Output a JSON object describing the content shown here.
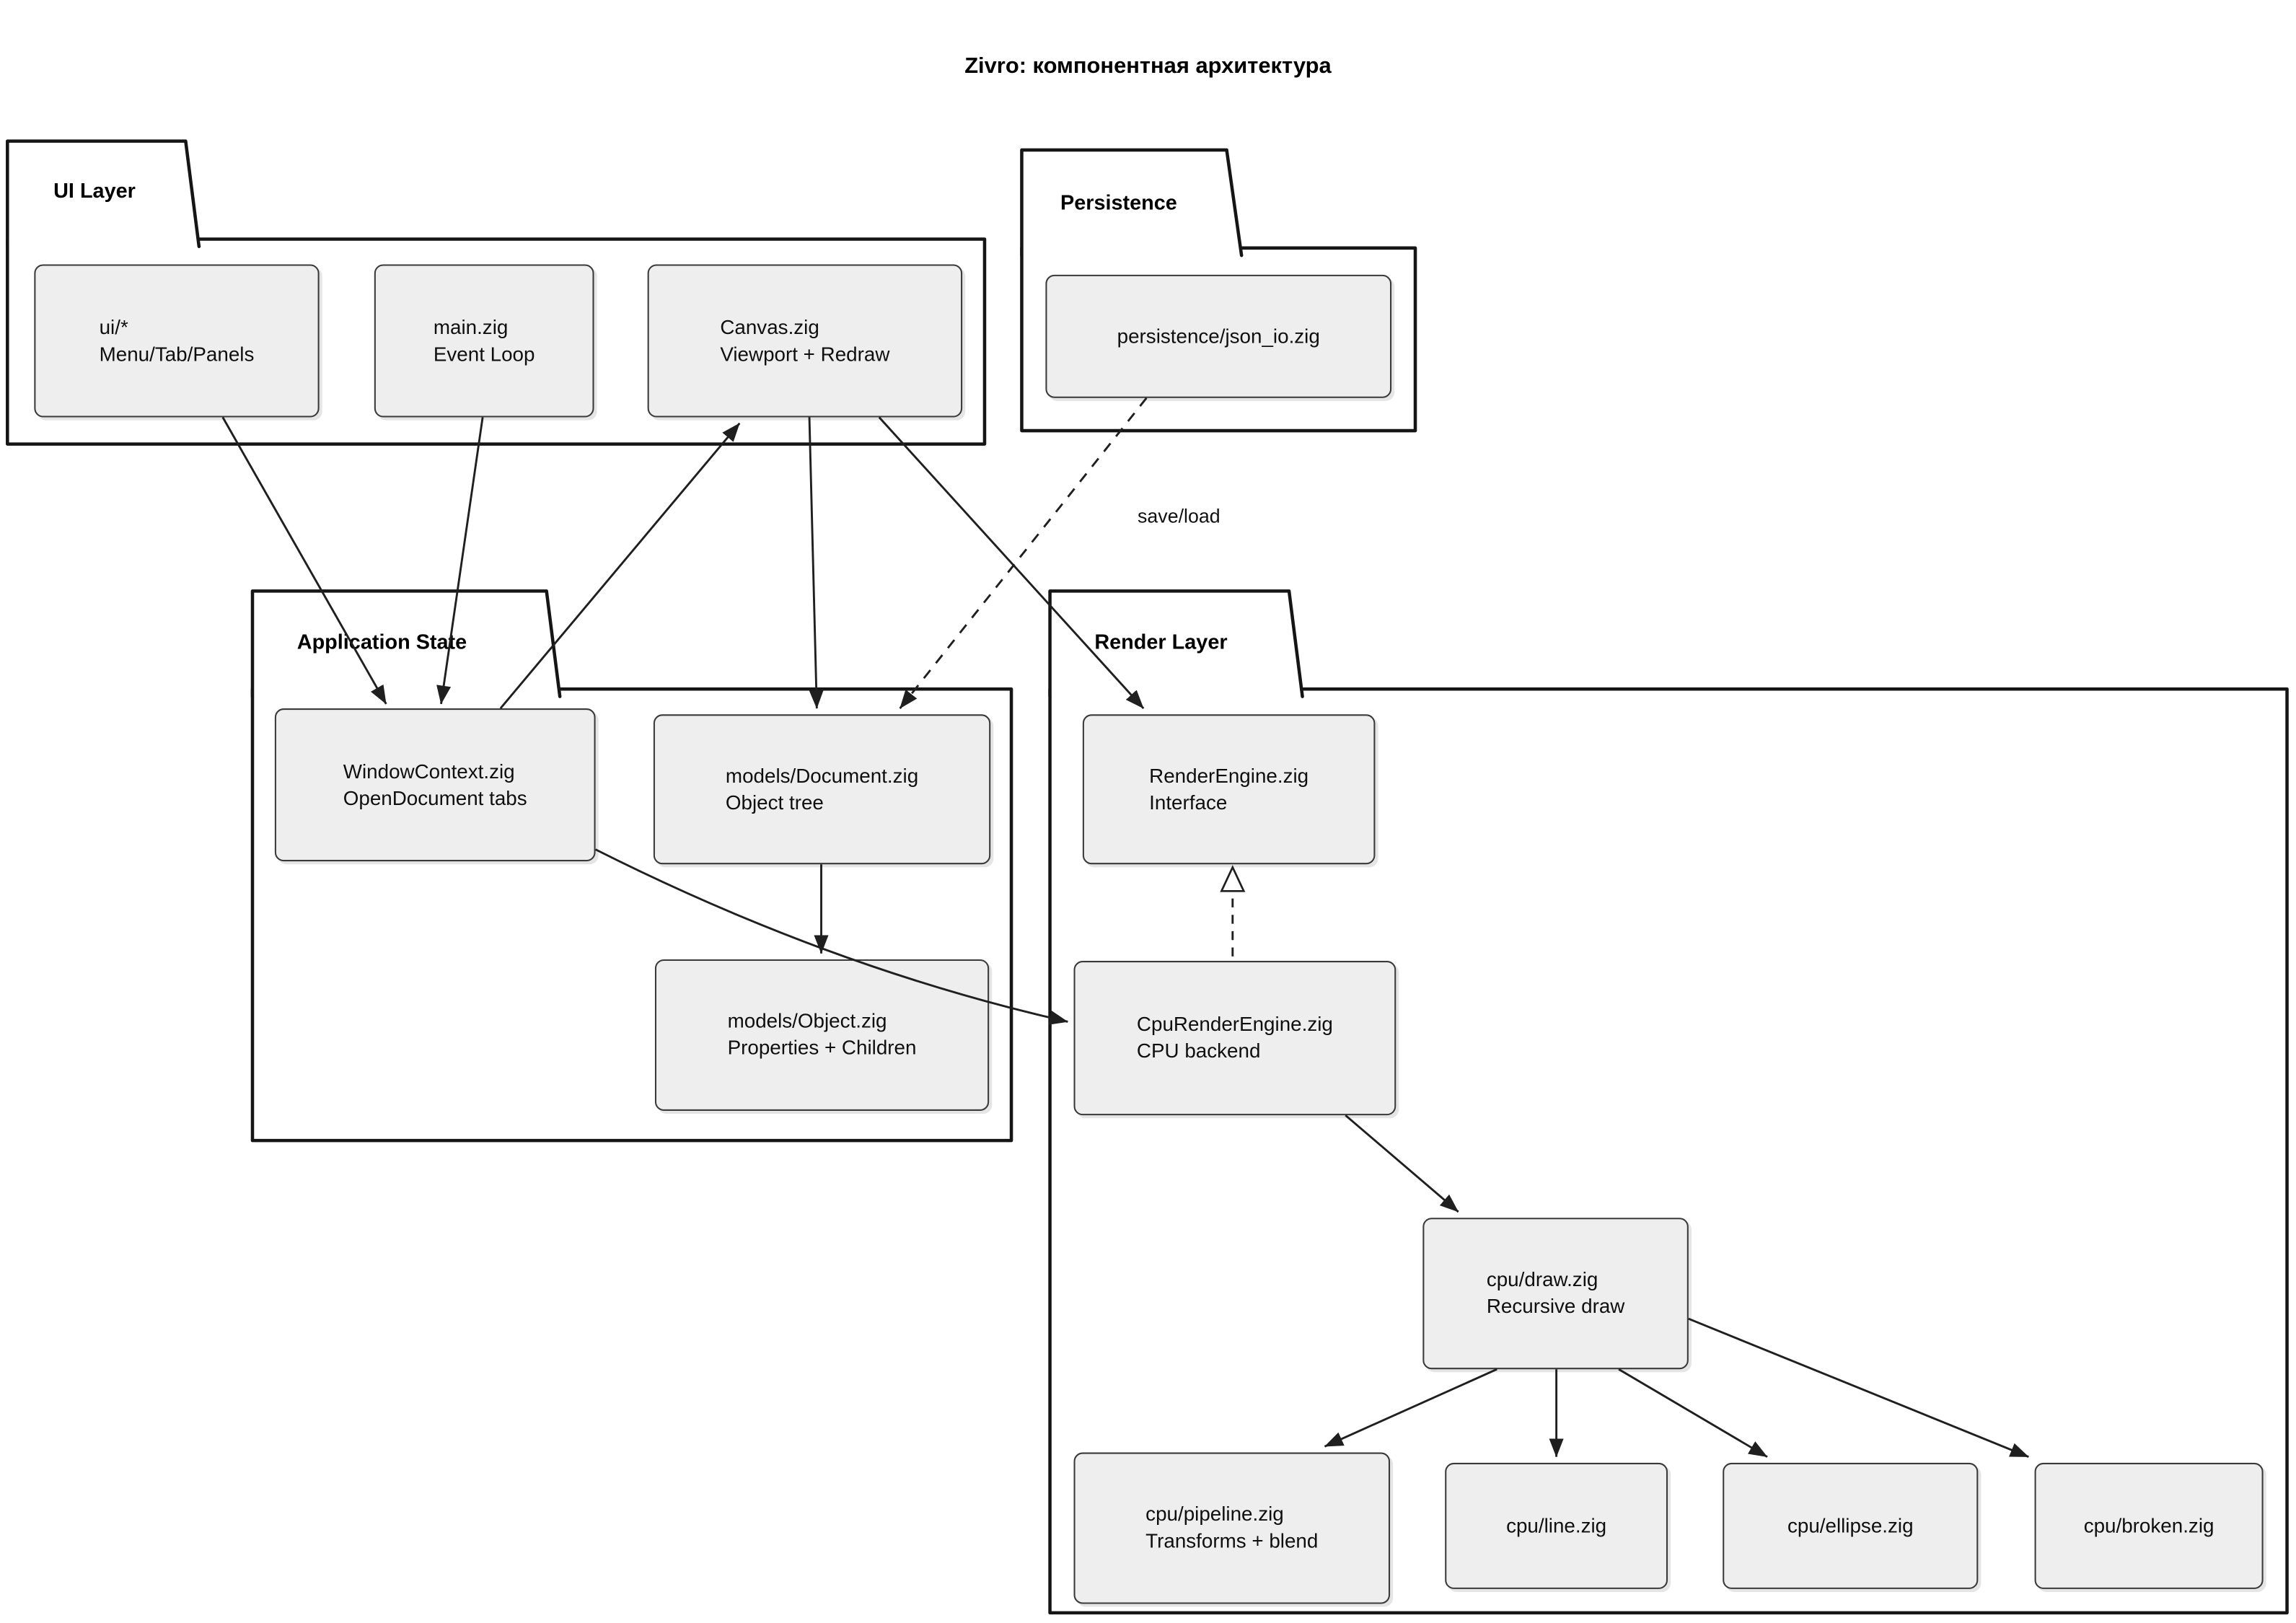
{
  "title": "Zivro: компонентная архитектура",
  "colors": {
    "background": "#ffffff",
    "node_fill": "#eeeeee",
    "node_border": "#3a3a3a",
    "package_border": "#151515",
    "edge": "#1f1f1f",
    "text": "#000000"
  },
  "packages": {
    "ui_layer": {
      "label": "UI Layer",
      "boxes": {
        "ui_star": {
          "line1": "ui/*",
          "line2": "Menu/Tab/Panels"
        },
        "main": {
          "line1": "main.zig",
          "line2": "Event Loop"
        },
        "canvas": {
          "line1": "Canvas.zig",
          "line2": "Viewport + Redraw"
        }
      }
    },
    "persistence": {
      "label": "Persistence",
      "boxes": {
        "json_io": {
          "line1": "persistence/json_io.zig"
        }
      }
    },
    "app_state": {
      "label": "Application State",
      "boxes": {
        "window_context": {
          "line1": "WindowContext.zig",
          "line2": "OpenDocument tabs"
        },
        "document": {
          "line1": "models/Document.zig",
          "line2": "Object tree"
        },
        "object": {
          "line1": "models/Object.zig",
          "line2": "Properties + Children"
        }
      }
    },
    "render_layer": {
      "label": "Render Layer",
      "boxes": {
        "render_engine": {
          "line1": "RenderEngine.zig",
          "line2": "Interface"
        },
        "cpu_render_engine": {
          "line1": "CpuRenderEngine.zig",
          "line2": "CPU backend"
        },
        "draw": {
          "line1": "cpu/draw.zig",
          "line2": "Recursive draw"
        },
        "pipeline": {
          "line1": "cpu/pipeline.zig",
          "line2": "Transforms + blend"
        },
        "line": {
          "line1": "cpu/line.zig"
        },
        "ellipse": {
          "line1": "cpu/ellipse.zig"
        },
        "broken": {
          "line1": "cpu/broken.zig"
        }
      }
    }
  },
  "edges": [
    {
      "from": "ui_star",
      "to": "window_context",
      "style": "solid",
      "arrow": "filled",
      "label": ""
    },
    {
      "from": "main",
      "to": "window_context",
      "style": "solid",
      "arrow": "filled",
      "label": ""
    },
    {
      "from": "window_context",
      "to": "canvas",
      "style": "solid",
      "arrow": "filled",
      "label": ""
    },
    {
      "from": "canvas",
      "to": "document",
      "style": "solid",
      "arrow": "filled",
      "label": ""
    },
    {
      "from": "canvas",
      "to": "render_engine",
      "style": "solid",
      "arrow": "filled",
      "label": ""
    },
    {
      "from": "json_io",
      "to": "document",
      "style": "dashed",
      "arrow": "filled",
      "label": "save/load"
    },
    {
      "from": "document",
      "to": "object",
      "style": "solid",
      "arrow": "filled",
      "label": ""
    },
    {
      "from": "window_context",
      "to": "cpu_render_engine",
      "style": "solid",
      "arrow": "filled",
      "label": ""
    },
    {
      "from": "cpu_render_engine",
      "to": "render_engine",
      "style": "dashed",
      "arrow": "open-triangle",
      "label": ""
    },
    {
      "from": "cpu_render_engine",
      "to": "draw",
      "style": "solid",
      "arrow": "filled",
      "label": ""
    },
    {
      "from": "draw",
      "to": "pipeline",
      "style": "solid",
      "arrow": "filled",
      "label": ""
    },
    {
      "from": "draw",
      "to": "line",
      "style": "solid",
      "arrow": "filled",
      "label": ""
    },
    {
      "from": "draw",
      "to": "ellipse",
      "style": "solid",
      "arrow": "filled",
      "label": ""
    },
    {
      "from": "draw",
      "to": "broken",
      "style": "solid",
      "arrow": "filled",
      "label": ""
    }
  ]
}
